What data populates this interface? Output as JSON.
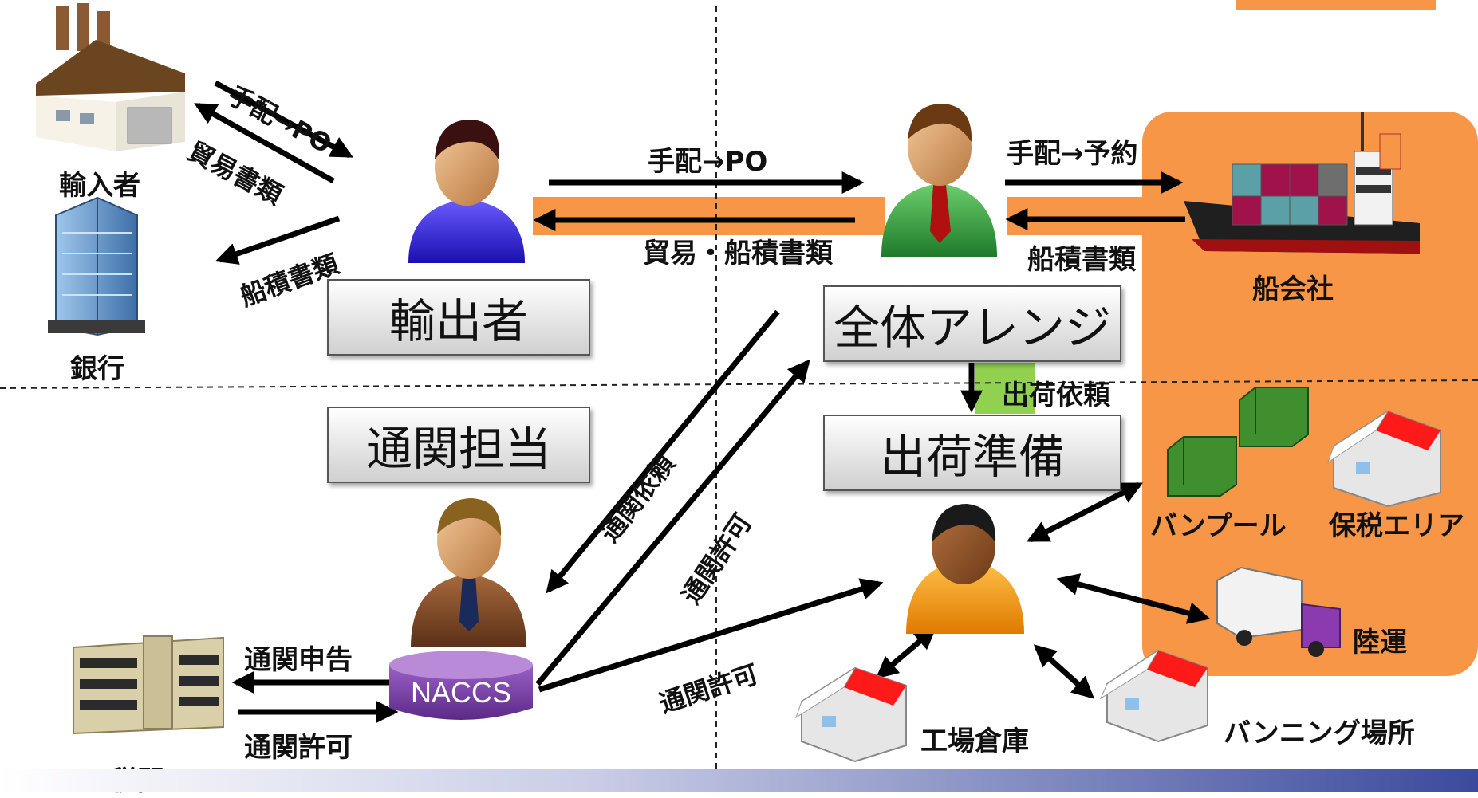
{
  "colors": {
    "shipping_area": "#f79646",
    "label_bar_orange": "#f79646",
    "label_bar_green": "#92d050",
    "naccs": "#7b3fa3",
    "arrow": "#000000",
    "roof_red": "#ff1a1a",
    "container_green": "#3f8f2f"
  },
  "icons": {
    "factory": "factory-icon",
    "bank": "bank-building-icon",
    "customs": "customs-office-icon",
    "ship": "container-ship-icon",
    "truck": "truck-icon",
    "container": "shipping-container-icon",
    "warehouse": "warehouse-icon",
    "person": "person-icon"
  },
  "actors": {
    "importer": "輸入者",
    "bank": "銀行",
    "customs": "税関",
    "shipping_company": "船会社",
    "van_pool": "バンプール",
    "bonded_area": "保税エリア",
    "land_transport": "陸運",
    "factory_warehouse": "工場倉庫",
    "vanning_site": "バンニング場所"
  },
  "role_boxes": {
    "exporter": "輸出者",
    "customs_broker": "通関担当",
    "overall_arrange": "全体アレンジ",
    "shipment_prep": "出荷準備"
  },
  "flows": {
    "importer_arrange_po": "手配→PO",
    "importer_trade_docs": "貿易書類",
    "bank_shipping_docs": "船積書類",
    "forwarder_arrange_po": "手配→PO",
    "trade_shipping_docs": "貿易・船積書類",
    "booking": "手配→予約",
    "carrier_shipping_docs": "船積書類",
    "shipment_request": "出荷依頼",
    "clearance_request": "通関依頼",
    "clearance_permit_diag": "通関許可",
    "clearance_permit_lower": "通関許可",
    "customs_declaration": "通関申告",
    "customs_permit": "通関許可"
  },
  "naccs_label": "NACCS"
}
